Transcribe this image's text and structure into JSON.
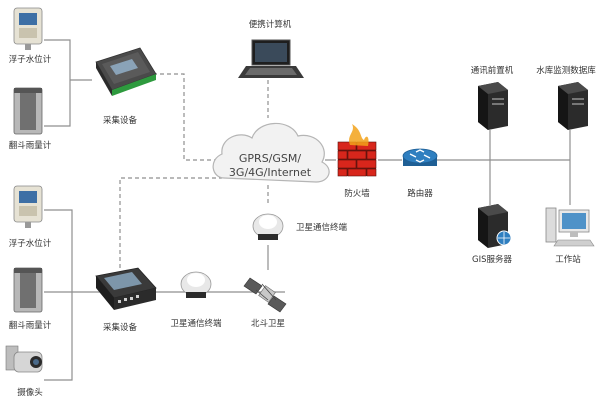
{
  "labels": {
    "laptop": "便携计算机",
    "float_gauge_top": "浮子水位计",
    "rain_gauge_top": "翻斗雨量计",
    "collector_top": "采集设备",
    "cloud_line1": "GPRS/GSM/",
    "cloud_line2": "3G/4G/Internet",
    "firewall": "防火墙",
    "router": "路由器",
    "comm_server": "通讯前置机",
    "db_server": "水库监测数据库",
    "gis_server": "GIS服务器",
    "workstation": "工作站",
    "sat_terminal_top": "卫星通信终端",
    "float_gauge_bottom": "浮子水位计",
    "rain_gauge_bottom": "翻斗雨量计",
    "camera": "摄像头",
    "collector_bottom": "采集设备",
    "sat_terminal_bottom": "卫星通信终端",
    "beidou": "北斗卫星"
  },
  "colors": {
    "line": "#8f8f8f",
    "firewall_red": "#d8261c",
    "router_blue": "#2f7fc0",
    "server_dark": "#2b2b2b",
    "board_green": "#2e9a3e"
  }
}
